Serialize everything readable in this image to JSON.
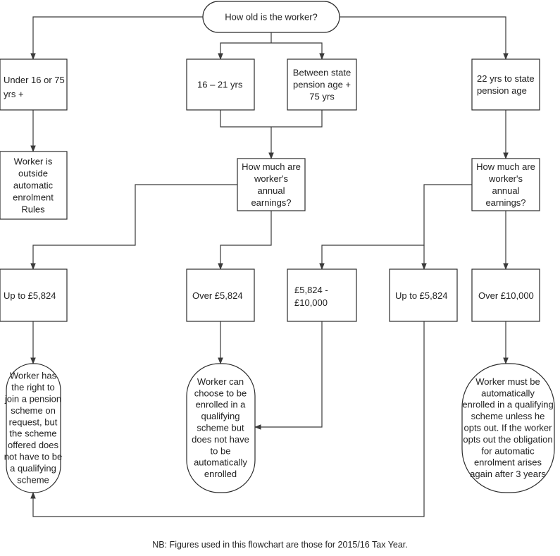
{
  "nodes": {
    "root": [
      "How old is the worker?"
    ],
    "under16": [
      "Under 16 or 75",
      "yrs +"
    ],
    "age16_21": [
      "16 – 21 yrs"
    ],
    "statepension_75": [
      "Between state",
      "pension age +",
      "75 yrs"
    ],
    "age22_state": [
      "22 yrs to state",
      "pension age"
    ],
    "outside": [
      "Worker is",
      "outside",
      "automatic",
      "enrolment",
      "Rules"
    ],
    "earnings_mid": [
      "How much are",
      "worker's",
      "annual",
      "earnings?"
    ],
    "earnings_right": [
      "How much are",
      "worker's",
      "annual",
      "earnings?"
    ],
    "upto_a": [
      "Up to £5,824"
    ],
    "over_5824": [
      "Over £5,824"
    ],
    "range_5824_10000": [
      "£5,824 -",
      "£10,000"
    ],
    "upto_b": [
      "Up to £5,824"
    ],
    "over_10000": [
      "Over £10,000"
    ],
    "outcome_join": [
      "Worker has",
      "the right to",
      "join a pension",
      "scheme on",
      "request, but",
      "the scheme",
      "offered does",
      "not have to be",
      "a qualifying",
      "scheme"
    ],
    "outcome_choose": [
      "Worker can",
      "choose to be",
      "enrolled in a",
      "qualifying",
      "scheme but",
      "does not have",
      "to be",
      "automatically",
      "enrolled"
    ],
    "outcome_auto": [
      "Worker must be",
      "automatically",
      "enrolled in a qualifying",
      "scheme unless he",
      "opts out. If the worker",
      "opts out the obligation",
      "for automatic",
      "enrolment arises",
      "again after 3 years"
    ]
  },
  "footnote": "NB: Figures used in this flowchart are those for 2015/16 Tax Year.",
  "colors": {
    "stroke": "#2b2b2b",
    "fill": "#ffffff",
    "text": "#222222"
  }
}
